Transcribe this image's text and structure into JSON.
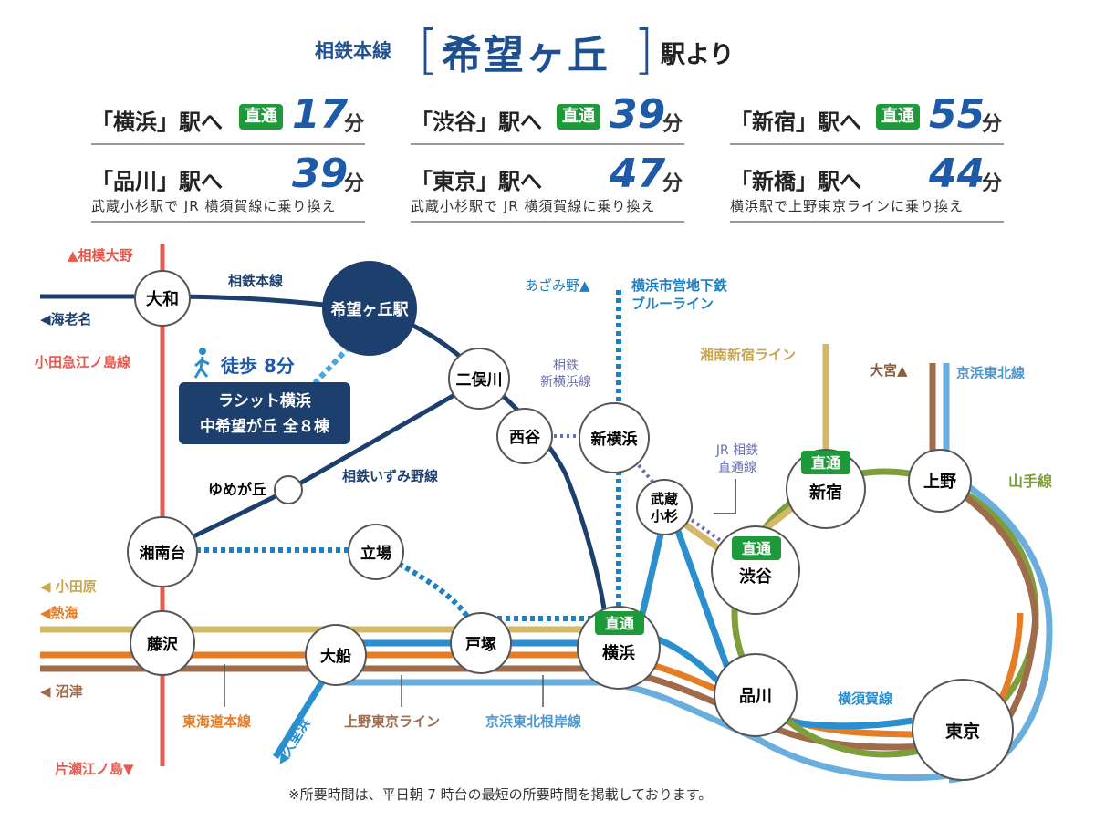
{
  "header": {
    "line": "相鉄本線",
    "station": "希望ヶ丘",
    "suffix": "駅より",
    "bracket_left": "[",
    "bracket_right": "]"
  },
  "travel_times": [
    {
      "dest": "「横浜」駅へ",
      "badge": "直通",
      "minutes": "17",
      "unit": "分",
      "note": ""
    },
    {
      "dest": "「渋谷」駅へ",
      "badge": "直通",
      "minutes": "39",
      "unit": "分",
      "note": ""
    },
    {
      "dest": "「新宿」駅へ",
      "badge": "直通",
      "minutes": "55",
      "unit": "分",
      "note": ""
    },
    {
      "dest": "「品川」駅へ",
      "badge": "",
      "minutes": "39",
      "unit": "分",
      "note": "武蔵小杉駅で JR 横須賀線に乗り換え"
    },
    {
      "dest": "「東京」駅へ",
      "badge": "",
      "minutes": "47",
      "unit": "分",
      "note": "武蔵小杉駅で JR 横須賀線に乗り換え"
    },
    {
      "dest": "「新橋」駅へ",
      "badge": "",
      "minutes": "44",
      "unit": "分",
      "note": "横浜駅で上野東京ラインに乗り換え"
    }
  ],
  "stations": {
    "kibogaoka": "希望ヶ丘駅",
    "yamato": "大和",
    "futamatagawa": "二俣川",
    "nishiya": "西谷",
    "shinyokohama": "新横浜",
    "musashikosugi": "武蔵\n小杉",
    "musashikosugi_l1": "武蔵",
    "musashikosugi_l2": "小杉",
    "shinjuku": "新宿",
    "ueno": "上野",
    "shibuya": "渋谷",
    "yokohama": "横浜",
    "shinagawa": "品川",
    "tokyo": "東京",
    "totsuka": "戸塚",
    "ofuna": "大船",
    "fujisawa": "藤沢",
    "shonandai": "湘南台",
    "tateba": "立場",
    "yumegaoka": "ゆめが丘"
  },
  "badges": {
    "direct": "直通"
  },
  "property": {
    "line1": "ラシット横浜",
    "line2": "中希望が丘 全８棟",
    "walk": "徒歩 8分"
  },
  "line_labels": {
    "sotetsu_main": "相鉄本線",
    "sotetsu_shin_yokohama_1": "相鉄",
    "sotetsu_shin_yokohama_2": "新横浜線",
    "izumino": "相鉄いずみ野線",
    "blue_line_1": "横浜市営地下鉄",
    "blue_line_2": "ブルーライン",
    "shonan_shinjuku": "湘南新宿ライン",
    "keihin_tohoku": "京浜東北線",
    "yamanote": "山手線",
    "jr_sotetsu_1": "JR 相鉄",
    "jr_sotetsu_2": "直通線",
    "yokosuka": "横須賀線",
    "tokaido": "東海道本線",
    "ueno_tokyo": "上野東京ライン",
    "keihin_tohoku_negishi": "京浜東北根岸線",
    "odakyu": "小田急江ノ島線"
  },
  "directions": {
    "sagami_ono": "▲相模大野",
    "ebina": "◀海老名",
    "azamino": "あざみ野▲",
    "omiya": "大宮▲",
    "odawara": "◀ 小田原",
    "atami": "◀熱海",
    "numazu": "◀ 沼津",
    "kurihama": "◀久里浜",
    "katase": "片瀬江ノ島▼"
  },
  "footnote": "※所要時間は、平日朝 7 時台の最短の所要時間を掲載しております。",
  "colors": {
    "sotetsu": "#1c3f6e",
    "blue_line": "#1f7fc4",
    "odakyu": "#e8584d",
    "tokaido": "#e57c26",
    "ueno_tokyo": "#a06b4a",
    "keihin": "#6aaede",
    "yamanote": "#7e9e3b",
    "shonan": "#d3b868",
    "yokosuka": "#2a8fcf",
    "direct_badge": "#1e9a3a",
    "heading_blue": "#1e4f8f"
  }
}
